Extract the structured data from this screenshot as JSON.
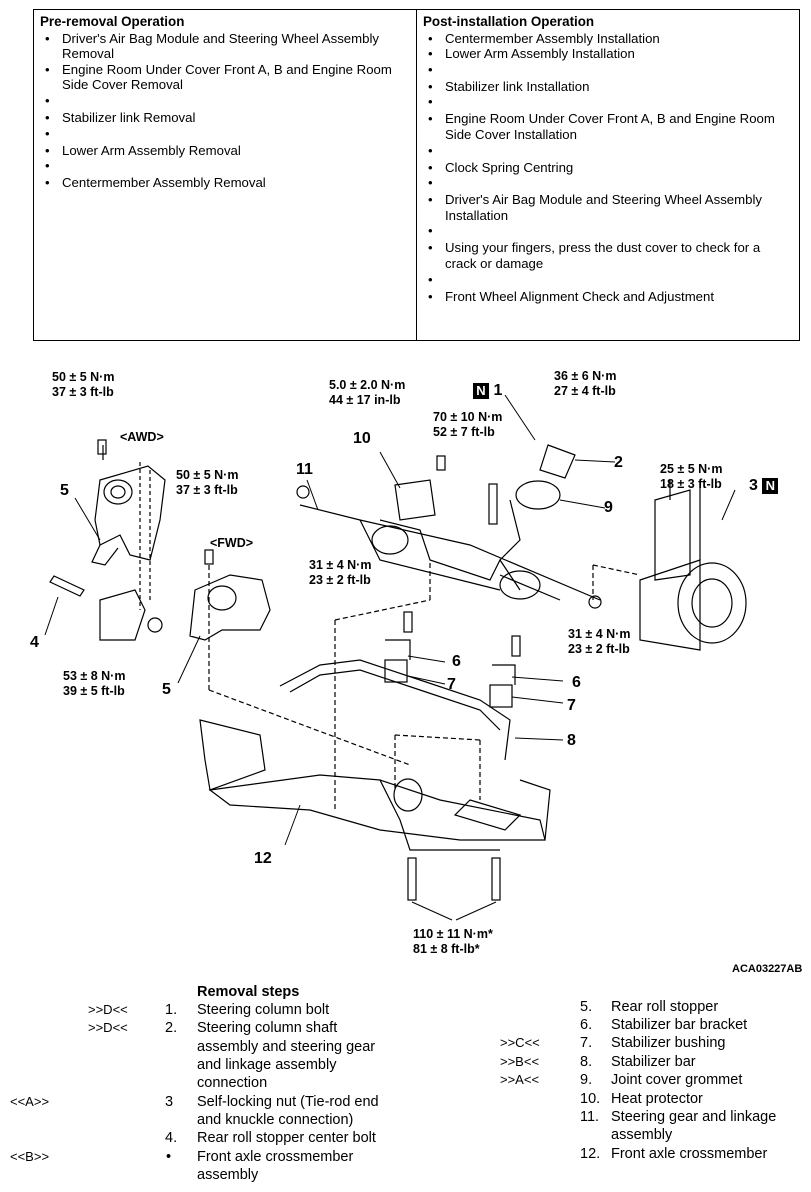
{
  "table": {
    "pre_title": "Pre-removal Operation",
    "pre_items": [
      "Driver's Air Bag Module and Steering Wheel Assembly Removal",
      "Engine Room Under Cover Front A, B and Engine Room Side Cover Removal",
      "Stabilizer link Removal",
      "Lower Arm Assembly Removal",
      "Centermember Assembly Removal"
    ],
    "post_title": "Post-installation Operation",
    "post_items": [
      "Centermember Assembly Installation",
      "Lower Arm Assembly Installation",
      "Stabilizer link Installation",
      "Engine Room Under Cover Front A, B and Engine Room Side Cover Installation",
      "Clock Spring Centring",
      "Driver's Air Bag Module and Steering Wheel Assembly Installation",
      "Using your fingers, press the dust cover to check for a crack or damage",
      "Front Wheel Alignment Check and Adjustment"
    ]
  },
  "figure": {
    "torque": {
      "t1a": "50 ± 5 N·m",
      "t1b": "37 ± 3 ft-lb",
      "t2a": "50 ± 5 N·m",
      "t2b": "37 ± 3 ft-lb",
      "t3a": "53 ± 8 N·m",
      "t3b": "39 ± 5 ft-lb",
      "t4a": "5.0 ± 2.0 N·m",
      "t4b": "44 ± 17 in-lb",
      "t5a": "70 ± 10 N·m",
      "t5b": "52 ± 7 ft-lb",
      "t6a": "36 ± 6 N·m",
      "t6b": "27 ± 4 ft-lb",
      "t7a": "25 ± 5 N·m",
      "t7b": "18 ± 3 ft-lb",
      "t8a": "31 ± 4 N·m",
      "t8b": "23 ± 2 ft-lb",
      "t9a": "31 ± 4 N·m",
      "t9b": "23 ± 2 ft-lb",
      "t10a": "110 ± 11 N·m*",
      "t10b": "81 ± 8 ft-lb*"
    },
    "awd": "<AWD>",
    "fwd": "<FWD>",
    "n_mark": "N",
    "callouts": [
      "1",
      "2",
      "3",
      "4",
      "5",
      "5",
      "6",
      "6",
      "7",
      "7",
      "8",
      "9",
      "10",
      "11",
      "12"
    ],
    "code": "ACA03227AB"
  },
  "steps": {
    "title": "Removal steps",
    "left": [
      {
        "mark": ">>D<<",
        "n": "1.",
        "text": "Steering column bolt"
      },
      {
        "mark": ">>D<<",
        "n": "2.",
        "text": "Steering column shaft"
      },
      {
        "mark": "",
        "n": "",
        "text": "assembly and steering gear"
      },
      {
        "mark": "",
        "n": "",
        "text": "and linkage assembly"
      },
      {
        "mark": "",
        "n": "",
        "text": "connection"
      },
      {
        "mark": "<<A>>",
        "n": "3",
        "text": "Self-locking nut (Tie-rod end"
      },
      {
        "mark": "",
        "n": "",
        "text": "and knuckle connection)"
      },
      {
        "mark": "",
        "n": "4.",
        "text": "Rear roll stopper center bolt"
      },
      {
        "mark": "<<B>>",
        "n": "•",
        "text": "Front axle crossmember"
      },
      {
        "mark": "",
        "n": "",
        "text": "assembly"
      }
    ],
    "right": [
      {
        "mark": "",
        "n": "5.",
        "text": "Rear roll stopper"
      },
      {
        "mark": "",
        "n": "6.",
        "text": "Stabilizer bar bracket"
      },
      {
        "mark": ">>C<<",
        "n": "7.",
        "text": "Stabilizer bushing"
      },
      {
        "mark": ">>B<<",
        "n": "8.",
        "text": "Stabilizer bar"
      },
      {
        "mark": ">>A<<",
        "n": "9.",
        "text": "Joint cover grommet"
      },
      {
        "mark": "",
        "n": "10.",
        "text": "Heat protector"
      },
      {
        "mark": "",
        "n": "11.",
        "text": "Steering gear and linkage"
      },
      {
        "mark": "",
        "n": "",
        "text": "assembly"
      },
      {
        "mark": "",
        "n": "12.",
        "text": "Front axle crossmember"
      }
    ]
  }
}
